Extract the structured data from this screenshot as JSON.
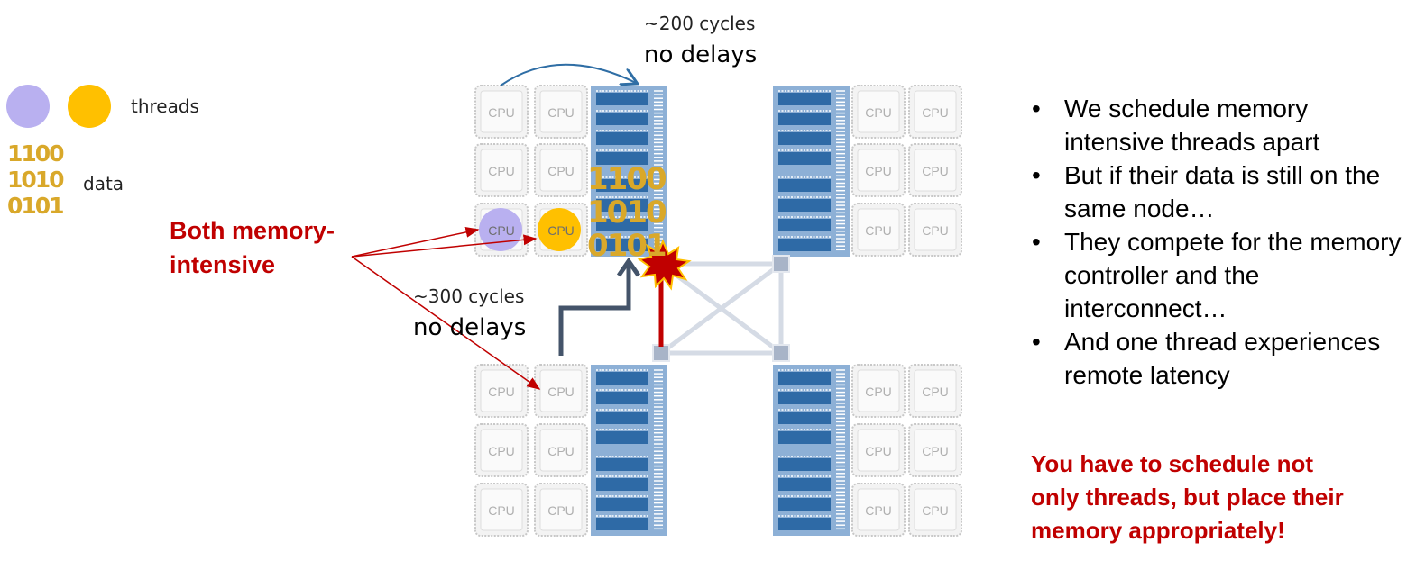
{
  "legend": {
    "threads_label": "threads",
    "data_label": "data",
    "binary": [
      "1100",
      "1010",
      "0101"
    ],
    "thread_colors": [
      "#B9B0F0",
      "#FFC000"
    ],
    "data_color": "#D9A82A"
  },
  "cpu_label": "CPU",
  "annotations": {
    "local_cycles": "~200 cycles",
    "local_delay": "no delays",
    "remote_cycles": "~300 cycles",
    "remote_delay": "no delays",
    "threads_note": [
      "Both memory-",
      "intensive"
    ]
  },
  "node_data_binary": [
    "1100",
    "1010",
    "0101"
  ],
  "bullets": [
    "We schedule memory intensive threads apart",
    "But if their data is still on the same node…",
    "They compete for the memory controller and the interconnect…",
    "And one thread experiences remote latency"
  ],
  "conclusion": [
    "You have to schedule not",
    "only threads, but place their",
    "memory appropriately!"
  ],
  "colors": {
    "accent_red": "#C00000",
    "memory_blue": "#2E6AA6",
    "memory_board": "#8DB0D6",
    "interconnect": "#D5DBE5",
    "arrow_dark": "#44546A"
  }
}
